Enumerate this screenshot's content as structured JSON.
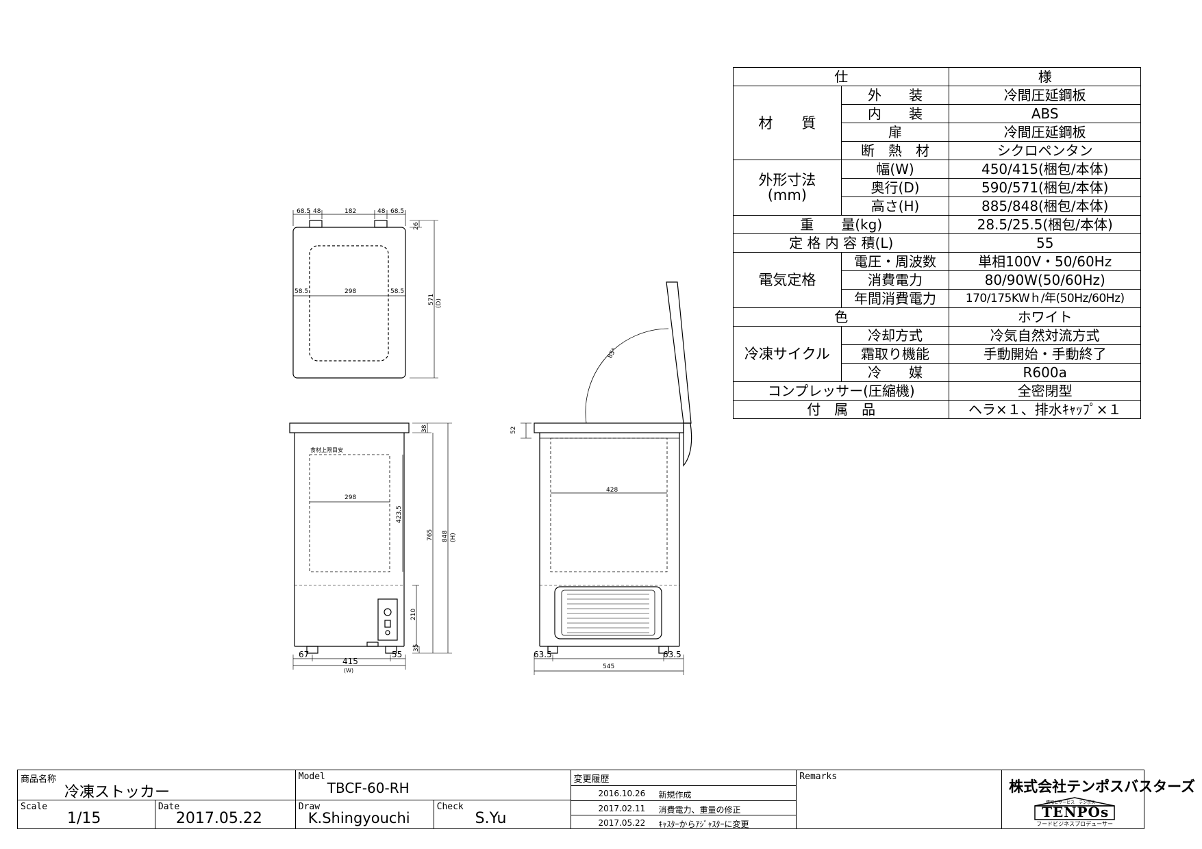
{
  "spec": {
    "header": {
      "left": "仕",
      "right": "様"
    },
    "material": {
      "group": "材　　質",
      "rows": [
        {
          "item": "外　　装",
          "value": "冷間圧延鋼板"
        },
        {
          "item": "内　　装",
          "value": "ABS"
        },
        {
          "item": "扉",
          "value": "冷間圧延鋼板"
        },
        {
          "item": "断　熱　材",
          "value": "シクロペンタン"
        }
      ]
    },
    "dimensions": {
      "group_line1": "外形寸法",
      "group_line2": "(mm)",
      "rows": [
        {
          "item": "幅(W)",
          "value": "450/415(梱包/本体)"
        },
        {
          "item": "奥行(D)",
          "value": "590/571(梱包/本体)"
        },
        {
          "item": "高さ(H)",
          "value": "885/848(梱包/本体)"
        }
      ]
    },
    "weight": {
      "item": "重　　量(kg)",
      "value": "28.5/25.5(梱包/本体)"
    },
    "capacity": {
      "item": "定 格 内 容 積(L)",
      "value": "55"
    },
    "electrical": {
      "group": "電気定格",
      "rows": [
        {
          "item": "電圧・周波数",
          "value": "単相100V・50/60Hz"
        },
        {
          "item": "消費電力",
          "value": "80/90W(50/60Hz)"
        },
        {
          "item": "年間消費電力",
          "value": "170/175KWｈ/年(50Hz/60Hz)"
        }
      ]
    },
    "color": {
      "item": "色",
      "value": "ホワイト"
    },
    "cycle": {
      "group": "冷凍サイクル",
      "rows": [
        {
          "item": "冷却方式",
          "value": "冷気自然対流方式"
        },
        {
          "item": "霜取り機能",
          "value": "手動開始・手動終了"
        },
        {
          "item": "冷　　媒",
          "value": "R600a"
        }
      ]
    },
    "compressor": {
      "item": "コンプレッサー(圧縮機)",
      "value": "全密閉型"
    },
    "accessory": {
      "item": "付　属　品",
      "value": "ヘラ×１、排水ｷｬｯﾌﾟ×１"
    }
  },
  "drawing": {
    "top_view": {
      "dims_top": [
        "68.5",
        "48",
        "182",
        "48",
        "68.5"
      ],
      "dim_right_small": "26",
      "dim_right_total": "571",
      "dim_right_total_sub": "(D)",
      "inner_left": "58.5",
      "inner_width": "298",
      "inner_right": "58.5"
    },
    "front_view": {
      "label_food_limit": "食材上限目安",
      "inner_width": "298",
      "inner_height": "423.5",
      "dim_top": "38",
      "dim_765": "765",
      "dim_848": "848",
      "dim_848_sub": "(H)",
      "dim_210": "210",
      "dim_35": "35",
      "dim_left_foot": "67",
      "dim_right_foot": "55",
      "dim_width": "415",
      "dim_width_sub": "(W)"
    },
    "side_view": {
      "angle": "85°",
      "dim_52": "52",
      "inner_depth": "428",
      "foot_left": "63.5",
      "foot_right": "63.5",
      "total_depth": "545"
    }
  },
  "title_block": {
    "product_label": "商品名称",
    "product_value": "冷凍ストッカー",
    "model_label": "Model",
    "model_value": "TBCF-60-RH",
    "history_label": "変更履歴",
    "history": [
      {
        "date": "2016.10.26",
        "text": "新規作成"
      },
      {
        "date": "2017.02.11",
        "text": "消費電力、重量の修正"
      },
      {
        "date": "2017.05.22",
        "text": "ｷｬｽﾀｰからｱｼﾞｬｽﾀｰに変更"
      }
    ],
    "remarks_label": "Remarks",
    "scale_label": "Scale",
    "scale_value": "1/15",
    "date_label": "Date",
    "date_value": "2017.05.22",
    "draw_label": "Draw",
    "draw_value": "K.Shingyouchi",
    "check_label": "Check",
    "check_value": "S.Yu",
    "company": "株式会社テンポスバスターズ",
    "logo_top": "情報とサービス　テンポス",
    "logo_main": "TENPOs",
    "logo_sub": "フードビジネスプロデューサー"
  }
}
